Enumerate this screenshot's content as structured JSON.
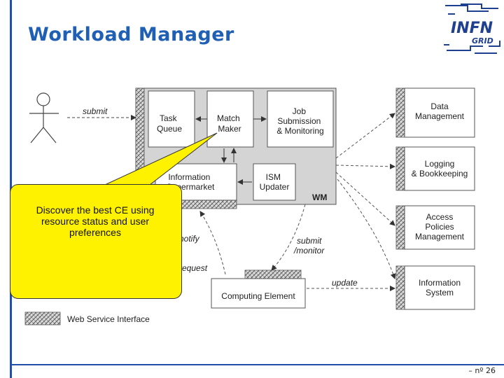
{
  "title": "Workload Manager",
  "page_number": "– nº 26",
  "logo": {
    "name": "INFN",
    "sub": "GRID"
  },
  "actor": {
    "submit_label": "submit"
  },
  "wm": {
    "label": "WM",
    "components": {
      "task_queue": [
        "Task",
        "Queue"
      ],
      "match_maker": [
        "Match",
        "Maker"
      ],
      "job_submission": [
        "Job",
        "Submission",
        "& Monitoring"
      ],
      "information_supermarket": [
        "Information",
        "Supermarket"
      ],
      "ism_updater": [
        "ISM",
        "Updater"
      ]
    }
  },
  "services": {
    "data_management": [
      "Data",
      "Management"
    ],
    "logging_bookkeeping": [
      "Logging",
      "& Bookkeeping"
    ],
    "access_policies": [
      "Access",
      "Policies",
      "Management"
    ],
    "information_system": [
      "Information",
      "System"
    ]
  },
  "computing_element": "Computing Element",
  "arrow_labels": {
    "notify": "notify",
    "request": "request",
    "submit_monitor": [
      "submit",
      "/monitor"
    ],
    "update": "update"
  },
  "legend": {
    "label": "Web Service Interface"
  },
  "callout": {
    "text": "Discover the best  CE using\nresource status and user\npreferences"
  }
}
